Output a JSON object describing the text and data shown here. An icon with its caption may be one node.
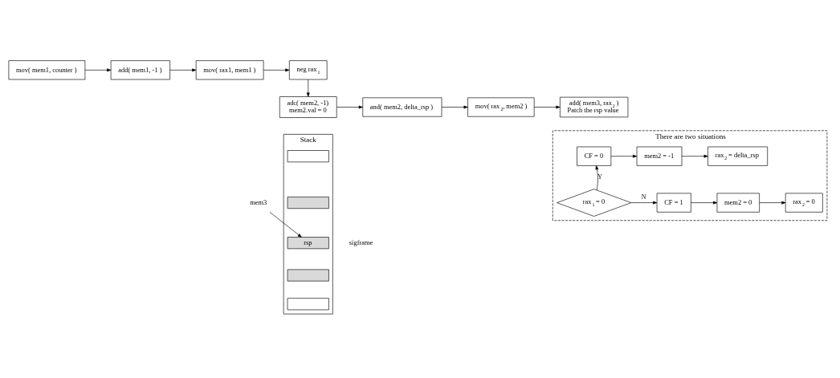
{
  "diagram": {
    "nodes": [
      {
        "text": [
          "mov( mem1, counter )"
        ]
      },
      {
        "text": [
          "add( mem1, -1 )"
        ]
      },
      {
        "text": [
          "mov( rax1, mem1 )"
        ]
      },
      {
        "text": [
          "neg rax$_{1}$"
        ]
      },
      {
        "text": [
          "adc( mem2, -1)",
          "mem2.val = 0"
        ]
      },
      {
        "text": [
          "and( mem2, delta_rsp )"
        ]
      },
      {
        "text": [
          "mov( rax$_{2}$, mem2 )"
        ]
      },
      {
        "text": [
          "add( mem3, rax$_{2}$ )",
          "Patch the rsp value"
        ]
      },
      {
        "text": [
          "There are two situations"
        ]
      },
      {
        "text": [
          "CF = 0"
        ],
        "in": 8
      },
      {
        "text": [
          "mem2 = -1"
        ],
        "in": 8
      },
      {
        "text": [
          "rax$_{2}$ = delta_rsp"
        ],
        "in": 8
      },
      {
        "text": [
          "rax$_{1}$ = 0"
        ],
        "in": 8
      },
      {
        "text": [
          "CF = 1"
        ],
        "in": 8
      },
      {
        "text": [
          "mem2 = 0"
        ],
        "in": 8
      },
      {
        "text": [
          "rax$_{2}$ = 0"
        ],
        "in": 8
      },
      {
        "text": [
          "Stack"
        ]
      },
      {
        "text": [],
        "shape": "box",
        "in": 16
      },
      {
        "text": [],
        "shape": "box",
        "in": 16
      },
      {
        "text": [
          "rsp"
        ],
        "in": 16
      },
      {
        "text": [],
        "shape": "box",
        "in": 16
      },
      {
        "text": [],
        "shape": "box",
        "in": 16
      },
      {
        "text": [
          "mem3"
        ]
      }
    ],
    "edges": [
      {
        "from": 0,
        "to": 1,
        "arrow": "to"
      },
      {
        "from": 1,
        "to": 2,
        "arrow": "to"
      },
      {
        "from": 2,
        "to": 3,
        "arrow": "to"
      },
      {
        "from": 3,
        "to": 4,
        "arrow": "to"
      },
      {
        "from": 4,
        "to": 5,
        "arrow": "to"
      },
      {
        "from": 5,
        "to": 6,
        "arrow": "to"
      },
      {
        "from": 6,
        "to": 7,
        "arrow": "to"
      },
      {
        "from": 12,
        "to": 9,
        "arrow": "to",
        "label": "Y"
      },
      {
        "from": 9,
        "to": 10,
        "arrow": "to"
      },
      {
        "from": 10,
        "to": 11,
        "arrow": "to"
      },
      {
        "from": 12,
        "to": 13,
        "arrow": "to",
        "label": "N"
      },
      {
        "from": 13,
        "to": 14,
        "arrow": "to"
      },
      {
        "from": 14,
        "to": 15,
        "arrow": "to"
      },
      {
        "from": 22,
        "to": 19,
        "arrow": "to"
      }
    ],
    "labels": [
      "sigframe"
    ]
  }
}
